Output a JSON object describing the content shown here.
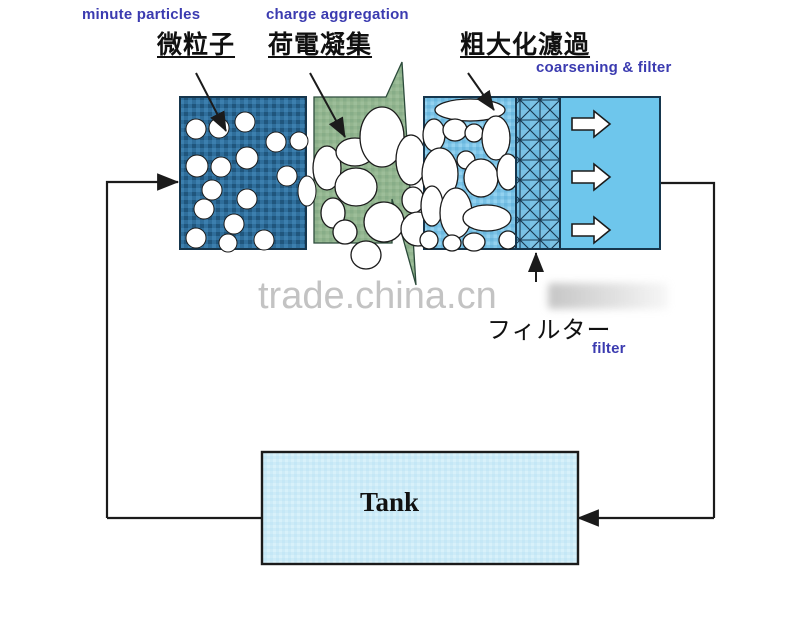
{
  "diagram": {
    "title_watermark": "trade.china.cn",
    "labels": {
      "minute_particles_en": "minute particles",
      "minute_particles_jp": "微粒子",
      "charge_aggregation_en": "charge aggregation",
      "charge_aggregation_jp": "荷電凝集",
      "coarsening_filter_jp": "粗大化濾過",
      "coarsening_filter_en": "coarsening & filter",
      "filter_jp": "フィルター",
      "filter_en": "filter",
      "tank": "Tank"
    },
    "colors": {
      "stage_blue_dark": "#2f6e9b",
      "stage_green": "#8fb48e",
      "stage_blue_light": "#6ec6ec",
      "stage_blue_mid": "#7fc4e4",
      "tank_fill": "#cdebf7",
      "line": "#1b1b1b",
      "label_en": "#3b3bb0",
      "particle_fill": "#ffffff",
      "watermark": "#b9b9b9"
    },
    "stages": [
      {
        "name": "minute-particles-chamber",
        "kind": "textured-blue-block",
        "particle_shape": "small-circles"
      },
      {
        "name": "charge-aggregation-funnel",
        "kind": "green-hourglass",
        "particle_shape": "large-ellipses"
      },
      {
        "name": "coarsening-filter-chamber",
        "kind": "light-blue-block",
        "particle_shape": "large-ellipses"
      },
      {
        "name": "filter-mesh",
        "kind": "crosshatch-grid"
      },
      {
        "name": "outlet-chamber",
        "kind": "light-blue-block",
        "flow_arrows": 3
      }
    ],
    "flow": {
      "inlet_arrow": "right",
      "outlet_arrows": [
        "right",
        "right",
        "right"
      ],
      "return_to_tank_arrow": "left",
      "filter_callout_arrow": "up"
    }
  }
}
